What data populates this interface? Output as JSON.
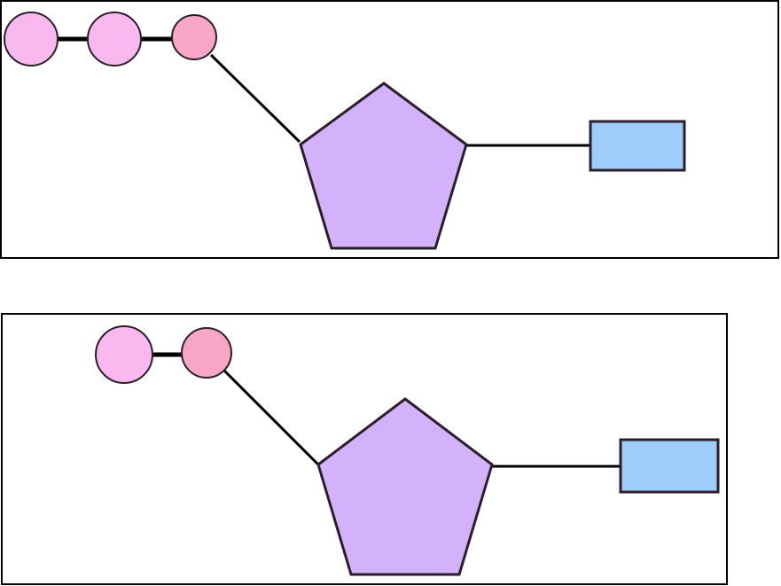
{
  "colors": {
    "background": "#ffffff",
    "frame_stroke": "#000000",
    "phosphate_light": "#f9b8ee",
    "phosphate_attached": "#f7a6c6",
    "sugar": "#d3b1fb",
    "base": "#9ecdfb",
    "bond": "#000000",
    "outline": "#2a1f2a"
  },
  "panels": [
    {
      "id": "top",
      "icons": {
        "phosphate": "circle",
        "sugar": "pentagon",
        "base": "rectangle"
      },
      "phosphate_count": 3
    },
    {
      "id": "bottom",
      "icons": {
        "phosphate": "circle",
        "sugar": "pentagon",
        "base": "rectangle"
      },
      "phosphate_count": 2
    }
  ]
}
